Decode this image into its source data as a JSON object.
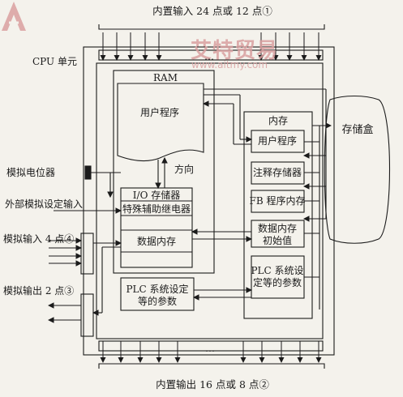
{
  "top_label": "内置输入 24 点或 12 点①",
  "bottom_label": "内置输出 16 点或 8 点②",
  "top_dots": "…",
  "bottom_dots": "…",
  "cpu_unit": "CPU 单元",
  "ram": "RAM",
  "user_program": "用户程序",
  "direction": "方向",
  "io_memory": "I/O 存储器",
  "special_relay": "特殊辅助继电器",
  "data_memory": "数据内存",
  "plc_settings": "PLC 系统设定\n等的参数",
  "analog_pot": "模拟电位器",
  "ext_analog_input": "外部模拟设定输入",
  "analog_input": "模拟输入 4 点④",
  "analog_output": "模拟输出 2 点③",
  "flash_title": "内存",
  "flash_user_program": "用户程序",
  "comment_memory": "注释存储器",
  "fb_program_memory": "FB 程序内存",
  "dm_initial": "数据内存\n初始值",
  "flash_plc_settings": "PLC 系统设\n定等的参数",
  "memory_cassette": "存储盒",
  "watermark": {
    "brand": "艾特贸易",
    "url": "www.aitmy.com",
    "color": "#d9a0a0"
  }
}
